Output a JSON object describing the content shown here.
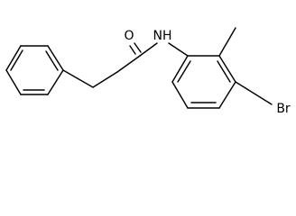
{
  "molecule": {
    "atom_labels": {
      "carbonyl_oxygen": "O",
      "amide_nitrogen": "NH",
      "bromine": "Br"
    },
    "colors": {
      "bond_color": "#000000",
      "label_color": "#000000",
      "background": "#ffffff"
    }
  }
}
